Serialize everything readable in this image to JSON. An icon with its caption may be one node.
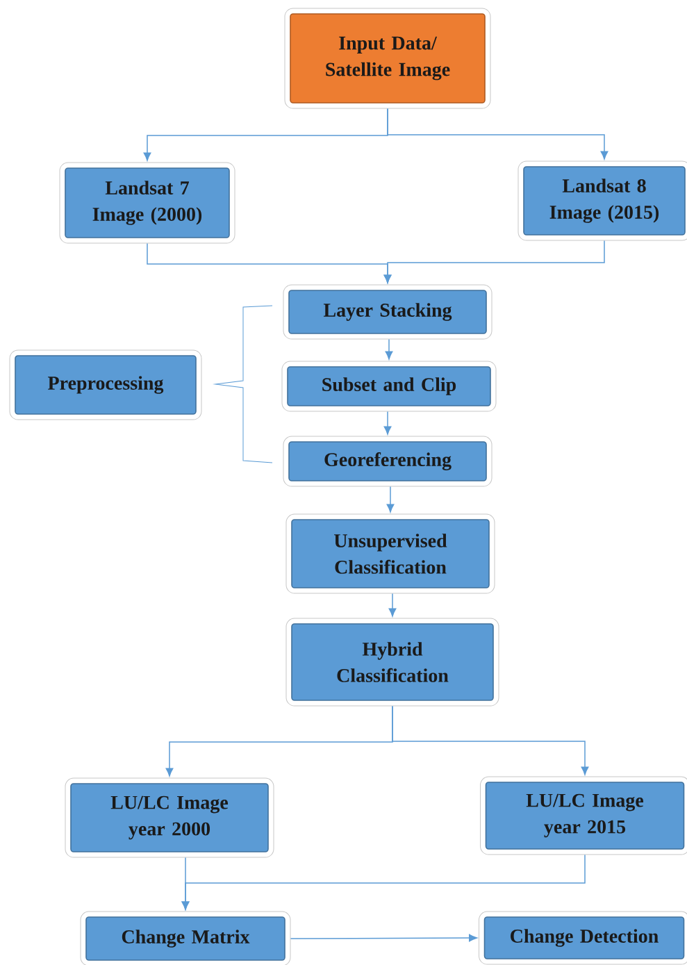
{
  "diagram": {
    "nodes": [
      {
        "text": [
          "Input Data/ Satellite Image"
        ]
      },
      {
        "text": [
          "Landsat 7 Image (2000)"
        ]
      },
      {
        "text": [
          "Landsat 8 Image (2015)"
        ]
      },
      {
        "text": [
          "Layer Stacking"
        ]
      },
      {
        "text": [
          "Preprocessing"
        ]
      },
      {
        "text": [
          "Subset and Clip"
        ]
      },
      {
        "text": [
          "Georeferencing"
        ]
      },
      {
        "text": [
          "Unsupervised Classification"
        ]
      },
      {
        "text": [
          "Hybrid Classification"
        ]
      },
      {
        "text": [
          "LU/LC Image year 2000"
        ]
      },
      {
        "text": [
          "LU/LC Image year 2015"
        ]
      },
      {
        "text": [
          "Change Matrix"
        ]
      },
      {
        "text": [
          "Change Detection"
        ]
      }
    ],
    "edges": [
      {
        "from": 0,
        "to": 1,
        "arrow": "to"
      },
      {
        "from": 0,
        "to": 2,
        "arrow": "to"
      },
      {
        "from": 1,
        "to": 3,
        "arrow": "to"
      },
      {
        "from": 2,
        "to": 3,
        "arrow": "to"
      },
      {
        "from": 3,
        "to": 5,
        "arrow": "to"
      },
      {
        "from": 5,
        "to": 6,
        "arrow": "to"
      },
      {
        "from": 6,
        "to": 7,
        "arrow": "to"
      },
      {
        "from": 7,
        "to": 8,
        "arrow": "to"
      },
      {
        "from": 8,
        "to": 9,
        "arrow": "to"
      },
      {
        "from": 8,
        "to": 10,
        "arrow": "to"
      },
      {
        "from": 9,
        "to": 11,
        "arrow": "to"
      },
      {
        "from": 10,
        "to": 11,
        "arrow": "to"
      },
      {
        "from": 11,
        "to": 12,
        "arrow": "to"
      }
    ]
  }
}
